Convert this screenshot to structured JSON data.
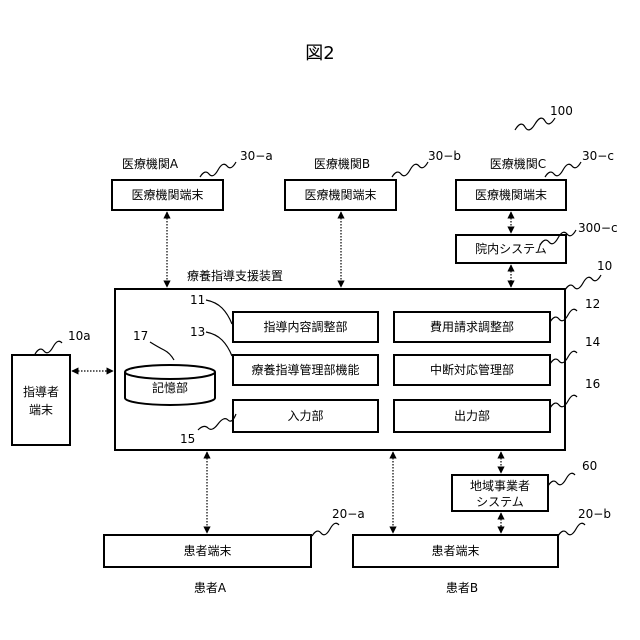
{
  "title": "図2",
  "ref_100": "100",
  "institutions": [
    {
      "name": "医療機関A",
      "ref": "30−a",
      "terminal": "医療機関端末"
    },
    {
      "name": "医療機関B",
      "ref": "30−b",
      "terminal": "医療機関端末"
    },
    {
      "name": "医療機関C",
      "ref": "30−c",
      "terminal": "医療機関端末"
    }
  ],
  "hospital_system": {
    "label": "院内システム",
    "ref": "300−c"
  },
  "main_device": {
    "label": "療養指導支援装置",
    "ref": "10"
  },
  "storage": {
    "label": "記憶部",
    "ref": "17"
  },
  "modules": {
    "guidance_adjust": {
      "label": "指導内容調整部",
      "ref": "11"
    },
    "cost_adjust": {
      "label": "費用請求調整部",
      "ref": "12"
    },
    "management": {
      "label": "療養指導管理部機能",
      "ref": "13"
    },
    "interruption": {
      "label": "中断対応管理部",
      "ref": "14"
    },
    "input": {
      "label": "入力部",
      "ref": "15"
    },
    "output": {
      "label": "出力部",
      "ref": "16"
    }
  },
  "instructor": {
    "line1": "指導者",
    "line2": "端末",
    "ref": "10a"
  },
  "regional": {
    "line1": "地域事業者",
    "line2": "システム",
    "ref": "60"
  },
  "patients": [
    {
      "terminal": "患者端末",
      "ref": "20−a",
      "name": "患者A"
    },
    {
      "terminal": "患者端末",
      "ref": "20−b",
      "name": "患者B"
    }
  ]
}
